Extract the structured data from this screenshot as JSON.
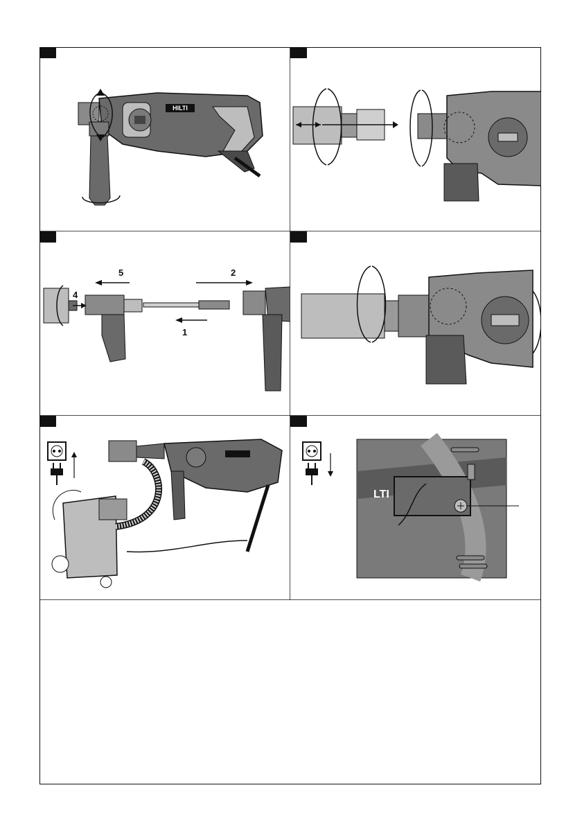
{
  "figures": [
    {
      "id": "fig-1",
      "labels": []
    },
    {
      "id": "fig-2",
      "labels": []
    },
    {
      "id": "fig-3",
      "labels": [
        "5",
        "2",
        "4",
        "1"
      ]
    },
    {
      "id": "fig-4",
      "labels": []
    },
    {
      "id": "fig-5",
      "labels": []
    },
    {
      "id": "fig-6",
      "labels": []
    }
  ],
  "brand_marks": {
    "tool_logo": "HILTI",
    "cover_logo_fragment": "LTI"
  },
  "icons": [
    "power-socket-icon",
    "power-plug-icon",
    "rotate-arrow-icon",
    "push-arrow-icon"
  ],
  "colors": {
    "ink": "#111111",
    "tool_dark": "#5a5a5a",
    "tool_mid": "#8a8a8a",
    "tool_light": "#bdbdbd",
    "paper": "#ffffff"
  }
}
